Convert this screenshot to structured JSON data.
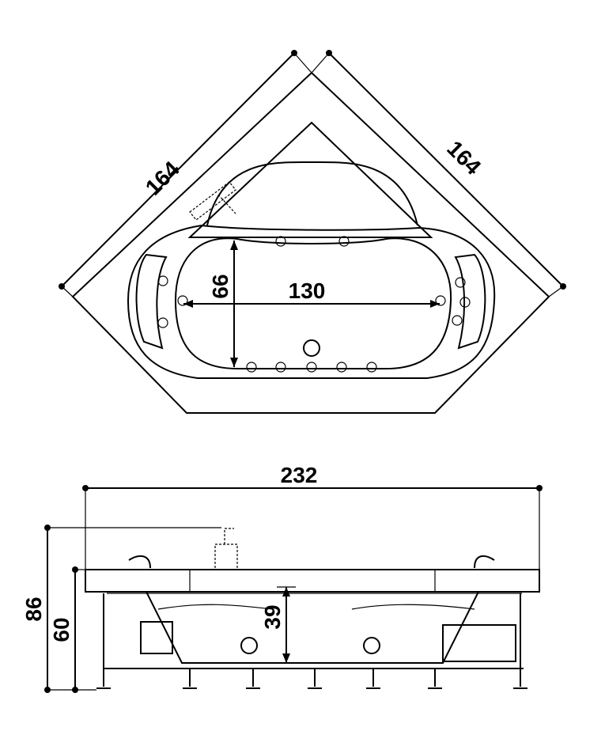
{
  "top_view": {
    "dim_left_side": "164",
    "dim_right_side": "164",
    "dim_inner_length": "130",
    "dim_inner_width": "66"
  },
  "front_view": {
    "dim_total_width": "232",
    "dim_total_height": "86",
    "dim_rim_height": "60",
    "dim_inner_depth": "39"
  }
}
